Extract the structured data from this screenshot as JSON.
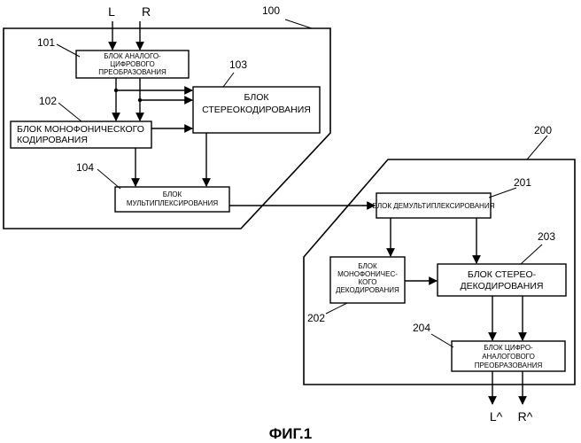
{
  "figure": {
    "caption": "ФИГ.1",
    "encoder": {
      "ref": "100",
      "inputs": {
        "left": "L",
        "right": "R"
      },
      "ad_block": {
        "ref": "101",
        "lines": [
          "БЛОК АНАЛОГО-",
          "ЦИФРОВОГО",
          "ПРЕОБРАЗОВАНИЯ"
        ]
      },
      "mono_block": {
        "ref": "102",
        "lines": [
          "БЛОК МОНОФОНИЧЕСКОГО",
          "КОДИРОВАНИЯ"
        ]
      },
      "stereo_block": {
        "ref": "103",
        "lines": [
          "БЛОК",
          "СТЕРЕОКОДИРОВАНИЯ"
        ]
      },
      "mux_block": {
        "ref": "104",
        "lines": [
          "БЛОК",
          "МУЛЬТИПЛЕКСИРОВАНИЯ"
        ]
      }
    },
    "decoder": {
      "ref": "200",
      "demux_block": {
        "ref": "201",
        "lines": [
          "БЛОК ДЕМУЛЬТИПЛЕКСИРОВАНИЯ"
        ]
      },
      "mono_block": {
        "ref": "202",
        "lines": [
          "БЛОК",
          "МОНОФОНИЧЕС-",
          "КОГО",
          "ДЕКОДИРОВАНИЯ"
        ]
      },
      "stereo_block": {
        "ref": "203",
        "lines": [
          "БЛОК СТЕРЕО-",
          "ДЕКОДИРОВАНИЯ"
        ]
      },
      "da_block": {
        "ref": "204",
        "lines": [
          "БЛОК ЦИФРО-",
          "АНАЛОГОВОГО",
          "ПРЕОБРАЗОВАНИЯ"
        ]
      },
      "outputs": {
        "left": "L^",
        "right": "R^"
      }
    }
  }
}
